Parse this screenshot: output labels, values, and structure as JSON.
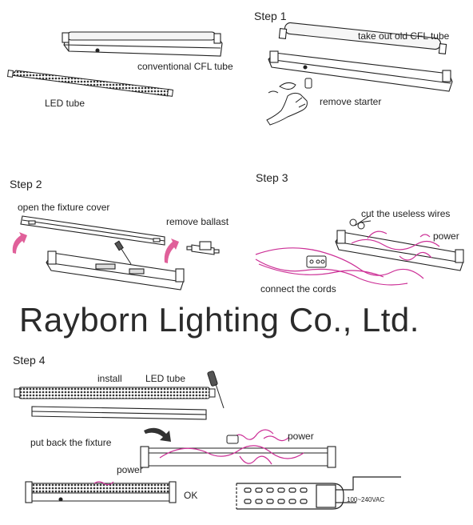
{
  "watermark": "Rayborn Lighting  Co., Ltd.",
  "steps": {
    "step1": "Step 1",
    "step2": "Step 2",
    "step3": "Step 3",
    "step4": "Step 4"
  },
  "labels": {
    "conventional_cfl_tube": "conventional CFL tube",
    "led_tube": "LED tube",
    "take_out_old_cfl_tube": "take out old CFL tube",
    "remove_starter": "remove starter",
    "open_fixture_cover": "open the fixture cover",
    "remove_ballast": "remove ballast",
    "cut_useless_wires": "cut the useless wires",
    "power_step3": "power",
    "connect_cords": "connect the cords",
    "install": "install",
    "led_tube_step4": "LED tube",
    "put_back_fixture": "put back the fixture",
    "power_step4_top": "power",
    "power_step4_bottom": "power",
    "ok": "OK",
    "voltage": "100~240VAC"
  },
  "colors": {
    "wire": "#cc2f96",
    "line": "#222222",
    "arrow": "#e0609a"
  }
}
